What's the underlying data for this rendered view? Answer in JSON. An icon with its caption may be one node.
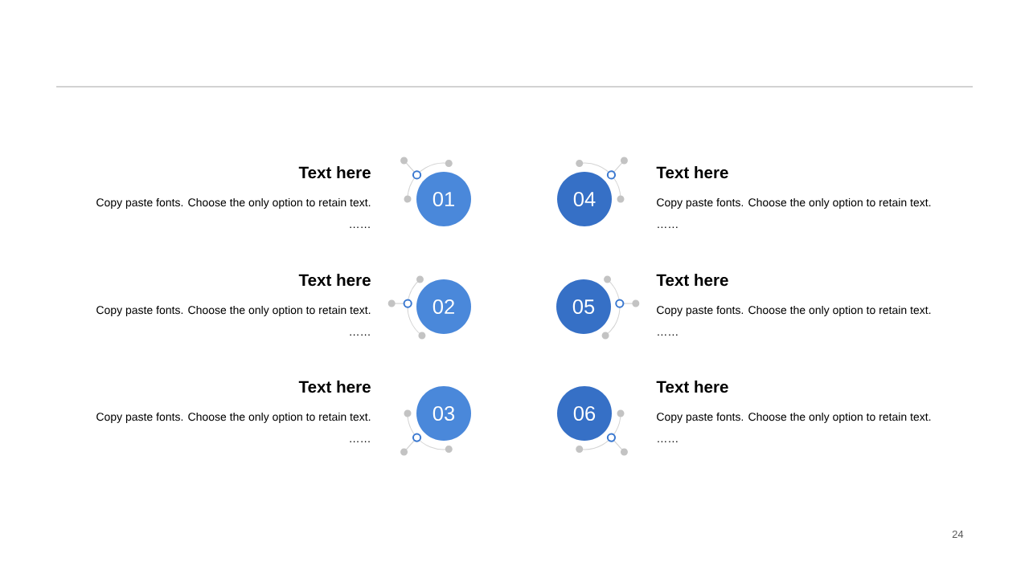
{
  "diagram": {
    "nodes": [
      {
        "text": [
          "01"
        ],
        "beside": [
          "Text here",
          "Copy paste fonts. Choose the only option to retain text.",
          "……"
        ]
      },
      {
        "text": [
          "02"
        ],
        "beside": [
          "Text here",
          "Copy paste fonts. Choose the only option to retain text.",
          "……"
        ]
      },
      {
        "text": [
          "03"
        ],
        "beside": [
          "Text here",
          "Copy paste fonts. Choose the only option to retain text.",
          "……"
        ]
      },
      {
        "text": [
          "04"
        ],
        "beside": [
          "Text here",
          "Copy paste fonts. Choose the only option to retain text.",
          "……"
        ]
      },
      {
        "text": [
          "05"
        ],
        "beside": [
          "Text here",
          "Copy paste fonts. Choose the only option to retain text.",
          "……"
        ]
      },
      {
        "text": [
          "06"
        ],
        "beside": [
          "Text here",
          "Copy paste fonts. Choose the only option to retain text.",
          "……"
        ]
      }
    ],
    "labels": [
      "24"
    ]
  }
}
